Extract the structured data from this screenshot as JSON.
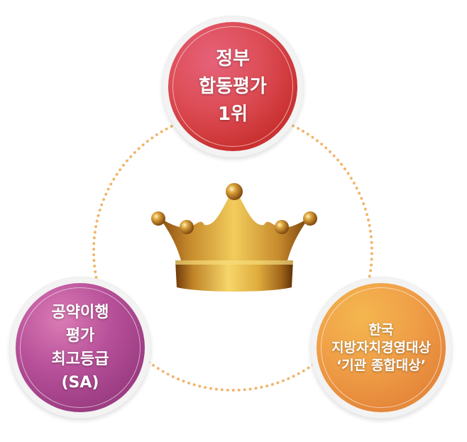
{
  "awards": [
    {
      "id": "top",
      "color": "#dd4d56",
      "lines": [
        "정부",
        "합동평가",
        "1위"
      ]
    },
    {
      "id": "left",
      "color": "#b8519a",
      "lines": [
        "공약이행",
        "평가",
        "최고등급",
        "(SA)"
      ]
    },
    {
      "id": "right",
      "color": "#f0a048",
      "lines": [
        "한국",
        "지방자치경영대상",
        "‘기관 종합대상’"
      ]
    }
  ],
  "center_icon": "crown-icon",
  "ring_color": "#f1b46a"
}
